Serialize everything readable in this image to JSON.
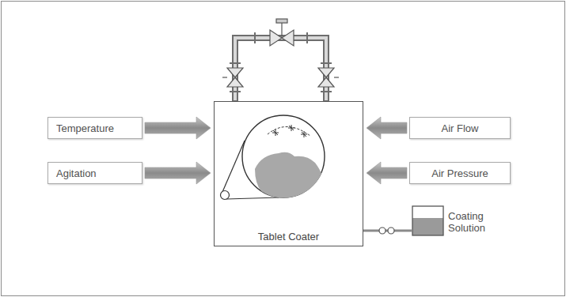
{
  "diagram": {
    "nodes": [
      {
        "text": [
          "Temperature"
        ]
      },
      {
        "text": [
          "Air Flow"
        ]
      },
      {
        "text": [
          "Agitation"
        ]
      },
      {
        "text": [
          "Air Pressure"
        ]
      },
      {
        "text": [
          "Tablet Coater"
        ]
      },
      {
        "text": [
          "Coating Solution"
        ]
      }
    ],
    "edges": [
      {
        "from": 0,
        "to": 4,
        "arrow": "to"
      },
      {
        "from": 1,
        "to": 4,
        "arrow": "to"
      },
      {
        "from": 2,
        "to": 4,
        "arrow": "to"
      },
      {
        "from": 3,
        "to": 4,
        "arrow": "to"
      },
      {
        "from": 5,
        "to": 4,
        "arrow": "none"
      }
    ]
  }
}
